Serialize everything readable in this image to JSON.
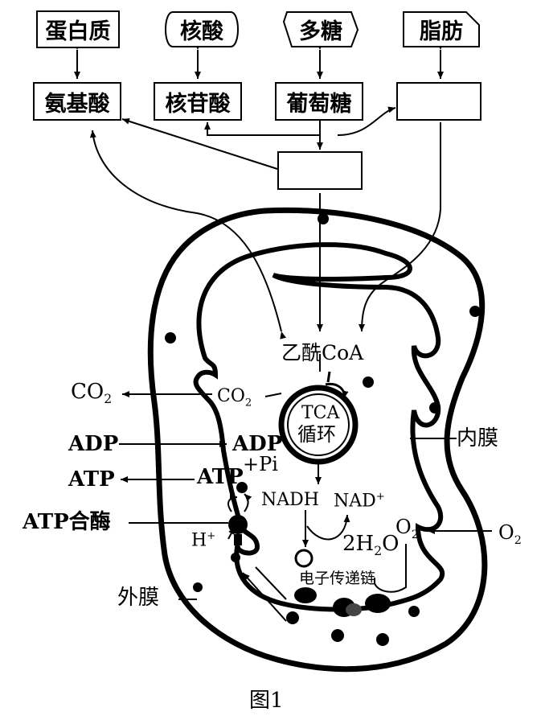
{
  "macromolecules": {
    "protein": "蛋白质",
    "nucleic_acid": "核酸",
    "polysaccharide": "多糖",
    "fat": "脂肪"
  },
  "monomers": {
    "amino_acid": "氨基酸",
    "nucleotide": "核苷酸",
    "glucose": "葡萄糖",
    "blank_box": ""
  },
  "intermediate_box": "",
  "mito": {
    "acetyl_coa": "乙酰CoA",
    "tca_line1": "TCA",
    "tca_line2": "循环",
    "inner_membrane": "内膜",
    "outer_membrane": "外膜",
    "co2_inner": "CO",
    "co2_inner_sub": "2",
    "co2_outer": "CO",
    "co2_outer_sub": "2",
    "adp_outer": "ADP",
    "adp_inner": "ADP",
    "atp_outer": "ATP",
    "atp_inner": "ATP",
    "pi": "+Pi",
    "atp_synthase": "ATP合酶",
    "nadh": "NADH",
    "nad": "NAD",
    "nad_sup": "+",
    "h_plus": "H",
    "h_plus_sup": "+",
    "water_prefix": "2H",
    "water_sub": "2",
    "water_suffix": "O",
    "o2_inner": "O",
    "o2_inner_sub": "2",
    "o2_outer": "O",
    "o2_outer_sub": "2",
    "etc": "电子传递链"
  },
  "caption": "图1"
}
